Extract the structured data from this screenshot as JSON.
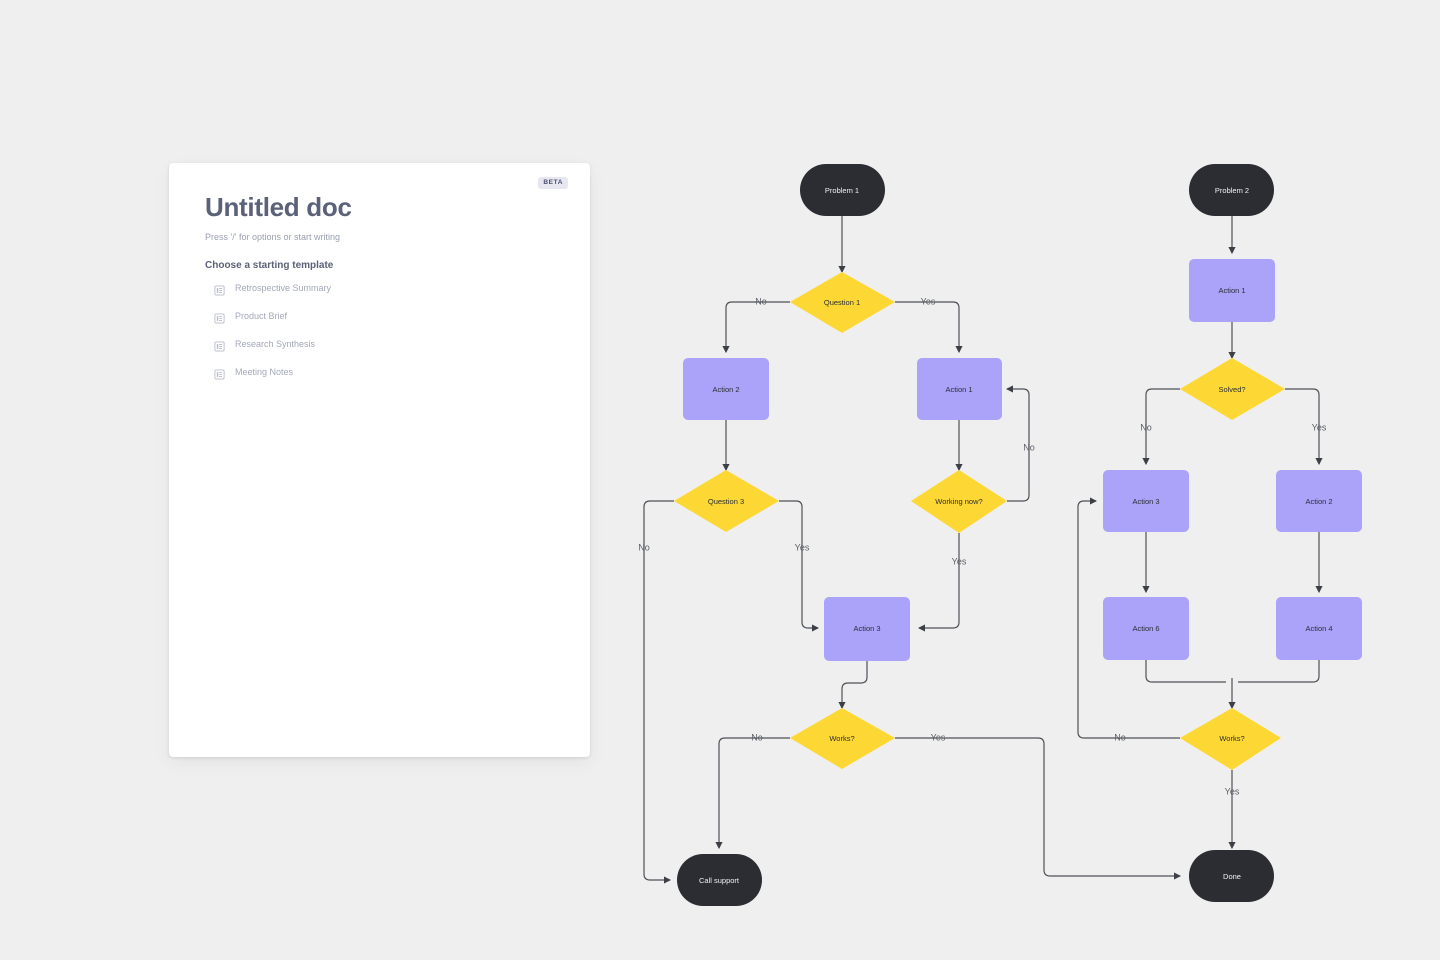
{
  "canvas": {
    "background": "#efefef"
  },
  "doc_panel": {
    "badge": "BETA",
    "title": "Untitled doc",
    "hint": "Press '/' for options or start writing",
    "template_heading": "Choose a starting template",
    "templates": [
      {
        "icon": "document-icon",
        "label": "Retrospective Summary"
      },
      {
        "icon": "document-icon",
        "label": "Product Brief"
      },
      {
        "icon": "document-icon",
        "label": "Research Synthesis"
      },
      {
        "icon": "document-icon",
        "label": "Meeting Notes"
      }
    ]
  },
  "flowchart": {
    "colors": {
      "terminal": "#2b2d33",
      "decision": "#fdd835",
      "process": "#aba3fa",
      "edge": "#4d5057",
      "terminal_text": "#f2f2f2",
      "node_text": "#2b2d33",
      "edge_text": "#5b5e66"
    },
    "left_flow": {
      "nodes": {
        "start": "Problem 1",
        "q1": "Question 1",
        "a2": "Action 2",
        "a1": "Action 1",
        "q3": "Question 3",
        "working": "Working now?",
        "a3": "Action 3",
        "works": "Works?",
        "call_support": "Call support"
      },
      "edges": {
        "q1_no": "No",
        "q1_yes": "Yes",
        "working_no": "No",
        "working_yes": "Yes",
        "q3_no": "No",
        "q3_yes": "Yes",
        "works_no": "No",
        "works_yes": "Yes"
      }
    },
    "right_flow": {
      "nodes": {
        "start": "Problem 2",
        "a1": "Action 1",
        "solved": "Solved?",
        "a3": "Action 3",
        "a2": "Action 2",
        "a6": "Action 6",
        "a4": "Action 4",
        "works": "Works?",
        "done": "Done"
      },
      "edges": {
        "solved_no": "No",
        "solved_yes": "Yes",
        "works_no": "No",
        "works_yes": "Yes"
      }
    }
  }
}
